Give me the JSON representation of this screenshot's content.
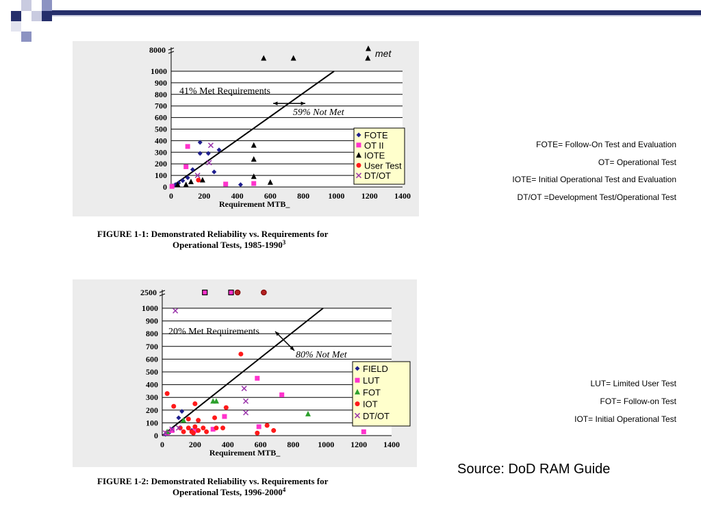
{
  "chart_data": [
    {
      "type": "scatter",
      "xlabel": "Requirement MTB_",
      "x_ticks": [
        0,
        200,
        400,
        600,
        800,
        1000,
        1200,
        1400
      ],
      "y_ticks": [
        0,
        100,
        200,
        300,
        400,
        500,
        600,
        700,
        800,
        900,
        1000
      ],
      "y_break_label": "8000",
      "xlim": [
        0,
        1400
      ],
      "ylim": [
        0,
        1000
      ],
      "grid": true,
      "legend_position": "lower-right",
      "annotations": {
        "met_req": "41% Met Requirements",
        "not_met": "59% Not Met",
        "met": "met"
      },
      "caption_line1": "FIGURE 1-1:  Demonstrated Reliability vs. Requirements for",
      "caption_line2": "Operational Tests, 1985-1990",
      "caption_sup": "3",
      "series": [
        {
          "name": "FOTE",
          "marker": "diamond",
          "color": "#1f1f8f",
          "points": [
            [
              10,
              10
            ],
            [
              25,
              20
            ],
            [
              45,
              35
            ],
            [
              70,
              55
            ],
            [
              100,
              80
            ],
            [
              130,
              150
            ],
            [
              175,
              385
            ],
            [
              175,
              290
            ],
            [
              225,
              290
            ],
            [
              260,
              130
            ],
            [
              290,
              320
            ],
            [
              420,
              20
            ]
          ]
        },
        {
          "name": "OT II",
          "marker": "square",
          "color": "#ff33cc",
          "points": [
            [
              5,
              5
            ],
            [
              90,
              175
            ],
            [
              100,
              350
            ],
            [
              330,
              25
            ],
            [
              500,
              30
            ]
          ]
        },
        {
          "name": "IOTE",
          "marker": "triangle",
          "color": "#000000",
          "points": [
            [
              40,
              20
            ],
            [
              90,
              20
            ],
            [
              120,
              45
            ],
            [
              190,
              60
            ],
            [
              500,
              360
            ],
            [
              500,
              240
            ],
            [
              500,
              90
            ],
            [
              600,
              40
            ]
          ]
        },
        {
          "name": "User Test",
          "marker": "circle",
          "color": "#ff1a1a",
          "points": [
            [
              165,
              60
            ]
          ]
        },
        {
          "name": "DT/OT",
          "marker": "x",
          "color": "#9933aa",
          "points": [
            [
              160,
              100
            ],
            [
              230,
              210
            ],
            [
              240,
              360
            ]
          ]
        }
      ],
      "over_break_points": [
        [
          560,
          "IOTE"
        ],
        [
          740,
          "IOTE"
        ],
        [
          1190,
          "IOTE"
        ]
      ]
    },
    {
      "type": "scatter",
      "xlabel": "Requirement MTB_",
      "x_ticks": [
        0,
        200,
        400,
        600,
        800,
        1000,
        1200,
        1400
      ],
      "y_ticks": [
        0,
        100,
        200,
        300,
        400,
        500,
        600,
        700,
        800,
        900,
        1000
      ],
      "y_break_label": "2500",
      "xlim": [
        0,
        1400
      ],
      "ylim": [
        0,
        1000
      ],
      "grid": true,
      "legend_position": "lower-right",
      "annotations": {
        "met_req": "20% Met Requirements",
        "not_met": "80% Not Met"
      },
      "caption_line1": "FIGURE 1-2:  Demonstrated Reliability vs. Requirements for",
      "caption_line2": "Operational Tests, 1996-2000",
      "caption_sup": "4",
      "series": [
        {
          "name": "FIELD",
          "marker": "diamond",
          "color": "#1f1f8f",
          "points": [
            [
              20,
              10
            ],
            [
              40,
              20
            ],
            [
              60,
              50
            ],
            [
              100,
              140
            ],
            [
              120,
              190
            ],
            [
              180,
              40
            ]
          ]
        },
        {
          "name": "LUT",
          "marker": "square",
          "color": "#ff33cc",
          "points": [
            [
              30,
              20
            ],
            [
              60,
              40
            ],
            [
              200,
              40
            ],
            [
              310,
              50
            ],
            [
              380,
              150
            ],
            [
              580,
              450
            ],
            [
              590,
              70
            ],
            [
              730,
              320
            ],
            [
              1230,
              30
            ]
          ]
        },
        {
          "name": "FOT",
          "marker": "triangle",
          "color": "#2ca02c",
          "points": [
            [
              30,
              30
            ],
            [
              130,
              120
            ],
            [
              310,
              270
            ],
            [
              330,
              270
            ],
            [
              890,
              170
            ]
          ]
        },
        {
          "name": "IOT",
          "marker": "circle",
          "color": "#ff1a1a",
          "points": [
            [
              30,
              330
            ],
            [
              70,
              230
            ],
            [
              110,
              60
            ],
            [
              130,
              30
            ],
            [
              160,
              130
            ],
            [
              160,
              60
            ],
            [
              180,
              30
            ],
            [
              190,
              20
            ],
            [
              200,
              70
            ],
            [
              200,
              250
            ],
            [
              220,
              120
            ],
            [
              220,
              40
            ],
            [
              250,
              60
            ],
            [
              270,
              30
            ],
            [
              320,
              140
            ],
            [
              330,
              60
            ],
            [
              370,
              60
            ],
            [
              390,
              220
            ],
            [
              480,
              640
            ],
            [
              580,
              20
            ],
            [
              640,
              80
            ],
            [
              680,
              40
            ]
          ]
        },
        {
          "name": "DT/OT",
          "marker": "x",
          "color": "#9933aa",
          "points": [
            [
              20,
              20
            ],
            [
              60,
              50
            ],
            [
              80,
              980
            ],
            [
              100,
              60
            ],
            [
              500,
              370
            ],
            [
              510,
              270
            ],
            [
              510,
              180
            ]
          ]
        }
      ],
      "over_break_points": [
        [
          260,
          "LUT"
        ],
        [
          420,
          "LUT"
        ],
        [
          460,
          "IOT"
        ],
        [
          620,
          "IOT"
        ]
      ]
    }
  ],
  "notes_top": [
    "FOTE= Follow-On Test and Evaluation",
    "OT= Operational Test",
    "IOTE= Initial Operational Test and Evaluation",
    "DT/OT =Development Test/Operational Test"
  ],
  "notes_bottom": [
    "LUT= Limited User Test",
    "FOT= Follow-on Test",
    "IOT= Initial Operational Test"
  ],
  "source": "Source: DoD RAM Guide",
  "colors": {
    "accent_dark": "#262f6b",
    "accent_mid": "#8c93c2",
    "accent_light": "#c9cbe0",
    "chart_bg": "#ececec"
  }
}
